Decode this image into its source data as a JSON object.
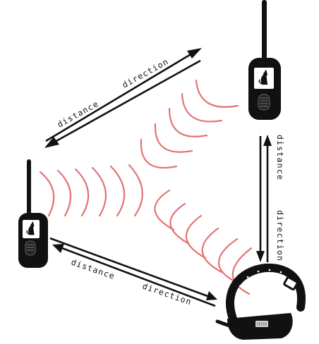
{
  "labels": {
    "top_left_distance": "distance",
    "top_left_direction": "direction",
    "right_distance": "distance",
    "right_direction": "direction",
    "bottom_distance": "distance",
    "bottom_direction": "direction"
  },
  "colors": {
    "signal_wave": "#e57373",
    "ink": "#111111",
    "screen": "#ffffff"
  },
  "icons": {
    "handheld_screen": "dog-sitting-icon"
  }
}
